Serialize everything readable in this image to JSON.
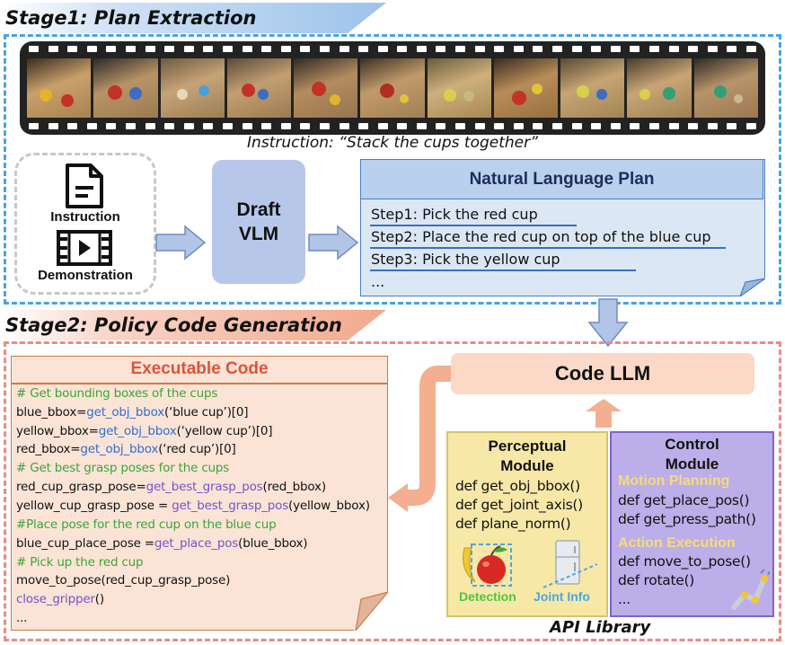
{
  "stage1": {
    "banner": "Stage1: Plan Extraction",
    "instruction_caption": "Instruction: “Stack the cups together”",
    "inputs": {
      "instruction_label": "Instruction",
      "demonstration_label": "Demonstration"
    },
    "draft_vlm": {
      "line1": "Draft",
      "line2": "VLM"
    },
    "plan": {
      "title": "Natural Language Plan",
      "steps": [
        "Step1: Pick the red cup",
        "Step2: Place the red cup on top of the blue cup",
        "Step3: Pick the yellow cup",
        "..."
      ]
    }
  },
  "stage2": {
    "banner": "Stage2: Policy Code Generation",
    "code": {
      "title": "Executable Code",
      "lines": {
        "l1": "# Get bounding boxes of the cups",
        "l2a": "blue_bbox=",
        "l2b": "get_obj_bbox",
        "l2c": "(‘blue cup’)[0]",
        "l3a": "yellow_bbox=",
        "l3b": "get_obj_bbox",
        "l3c": "(‘yellow cup’)[0]",
        "l4a": "red_bbox=",
        "l4b": "get_obj_bbox",
        "l4c": "(‘red cup’)[0]",
        "l5": "# Get best grasp poses for the cups",
        "l6a": "red_cup_grasp_pose=",
        "l6b": "get_best_grasp_pos",
        "l6c": "(red_bbox)",
        "l7a": "yellow_cup_grasp_pose = ",
        "l7b": "get_best_grasp_pos",
        "l7c": "(yellow_bbox)",
        "l8": "#Place pose for the red cup on the blue cup",
        "l9a": "blue_cup_place_pose =",
        "l9b": "get_place_pos",
        "l9c": "(blue_bbox)",
        "l10": "# Pick up the red cup",
        "l11": "move_to_pose(red_cup_grasp_pose)",
        "l12a": "close_gripper",
        "l12b": "()",
        "l13": "..."
      }
    },
    "code_llm": "Code LLM",
    "perceptual": {
      "title1": "Perceptual",
      "title2": "Module",
      "functions": [
        "def get_obj_bbox()",
        "def get_joint_axis()",
        "def plane_norm()"
      ],
      "detection_label": "Detection",
      "joint_label": "Joint Info"
    },
    "control": {
      "title1": "Control",
      "title2": "Module",
      "motion_planning": "Motion Planning",
      "motion_functions": [
        "def get_place_pos()",
        "def get_press_path()"
      ],
      "action_execution": "Action Execution",
      "action_functions": [
        "def move_to_pose()",
        "def rotate()",
        "..."
      ]
    },
    "api_library": "API Library"
  },
  "colors": {
    "stage1_border": "#4aa3df",
    "stage2_border": "#ec8b80",
    "code_title": "#e2513a",
    "comment": "#3aa53a",
    "api_function": "#2f6fd0",
    "gripper_function": "#7d4fc9",
    "perceptual_bg": "#f7e8a8",
    "control_bg": "#bcaee8"
  }
}
